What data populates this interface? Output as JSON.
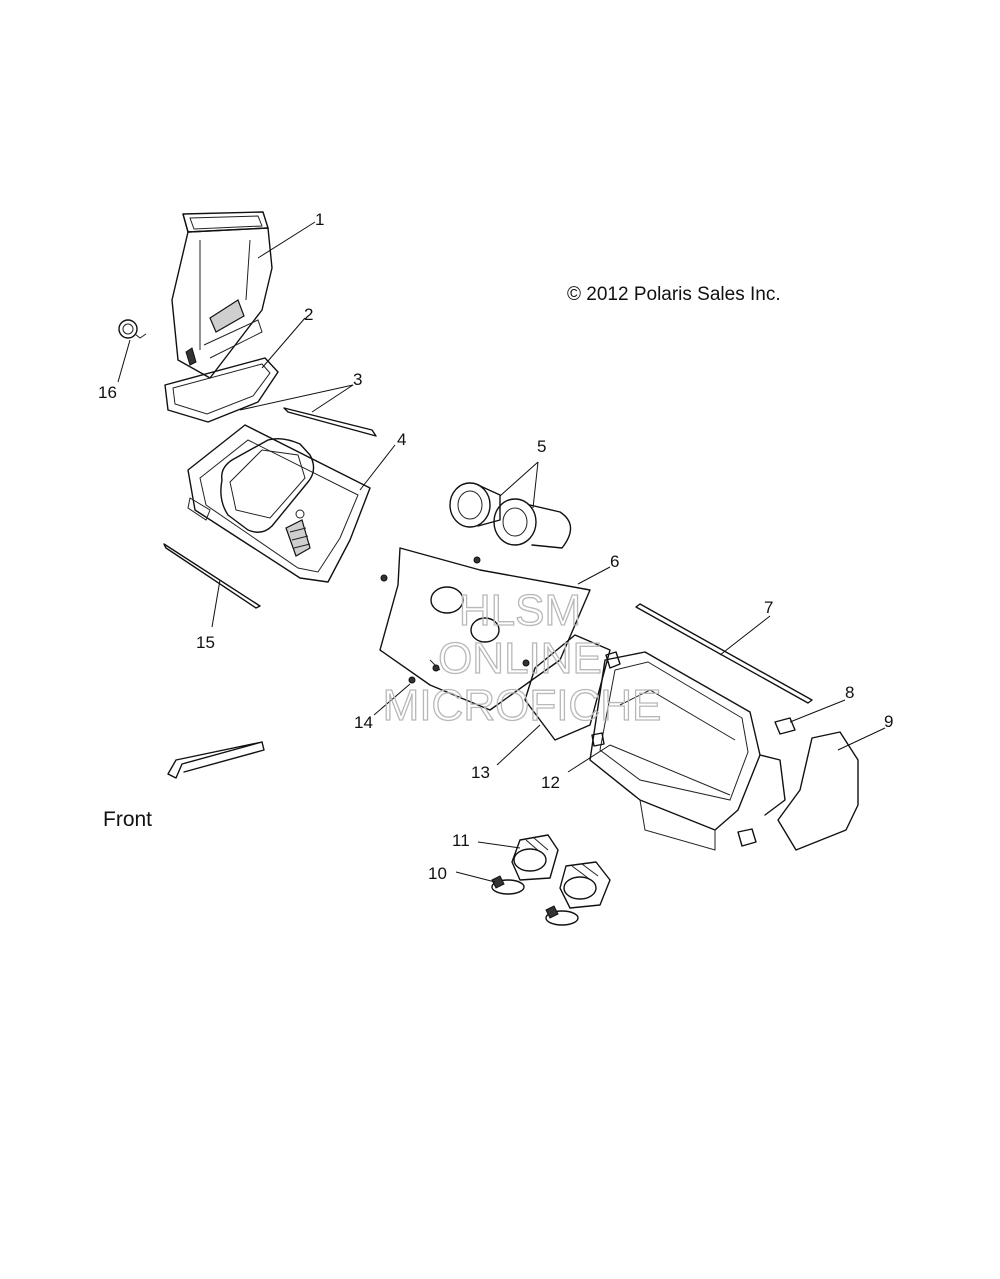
{
  "copyright": "© 2012 Polaris Sales Inc.",
  "direction_label": "Front",
  "watermark": {
    "line1": "HLSM",
    "line2": "ONLINE",
    "line3": "MICROFICHE"
  },
  "callouts": [
    "1",
    "2",
    "3",
    "4",
    "5",
    "6",
    "7",
    "8",
    "9",
    "10",
    "11",
    "12",
    "13",
    "14",
    "15",
    "16"
  ]
}
